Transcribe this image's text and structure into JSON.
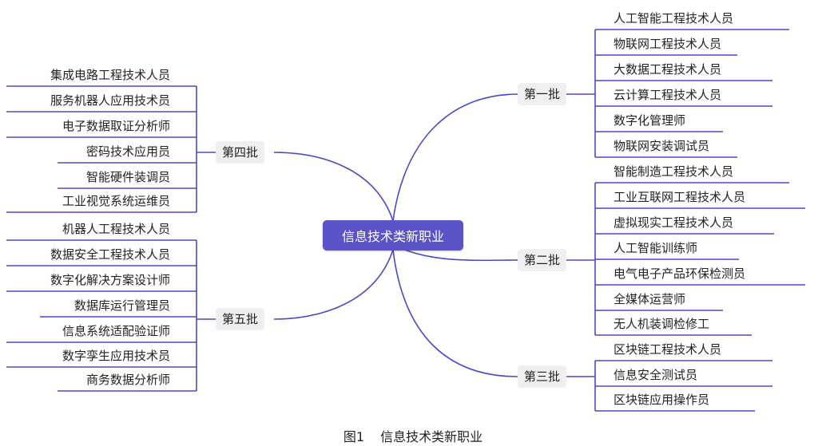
{
  "center": {
    "label": "信息技术类新职业"
  },
  "branches": [
    {
      "label": "第一批",
      "items": [
        "人工智能工程技术人员",
        "物联网工程技术人员",
        "大数据工程技术人员",
        "云计算工程技术人员",
        "数字化管理师",
        "物联网安装调试员"
      ]
    },
    {
      "label": "第二批",
      "items": [
        "智能制造工程技术人员",
        "工业互联网工程技术人员",
        "虚拟现实工程技术人员",
        "人工智能训练师",
        "电气电子产品环保检测员",
        "全媒体运营师",
        "无人机装调检修工"
      ]
    },
    {
      "label": "第三批",
      "items": [
        "区块链工程技术人员",
        "信息安全测试员",
        "区块链应用操作员"
      ]
    },
    {
      "label": "第四批",
      "items": [
        "集成电路工程技术人员",
        "服务机器人应用技术员",
        "电子数据取证分析师",
        "密码技术应用员",
        "智能硬件装调员",
        "工业视觉系统运维员"
      ]
    },
    {
      "label": "第五批",
      "items": [
        "机器人工程技术人员",
        "数据安全工程技术人员",
        "数字化解决方案设计师",
        "数据库运行管理员",
        "信息系统适配验证师",
        "数字孪生应用技术员",
        "商务数据分析师"
      ]
    }
  ],
  "caption": {
    "figure": "图1",
    "title": "信息技术类新职业"
  },
  "colors": {
    "line": "#4a4ac2",
    "center_bg": "#5b54c8",
    "branch_bg": "#efefef"
  }
}
